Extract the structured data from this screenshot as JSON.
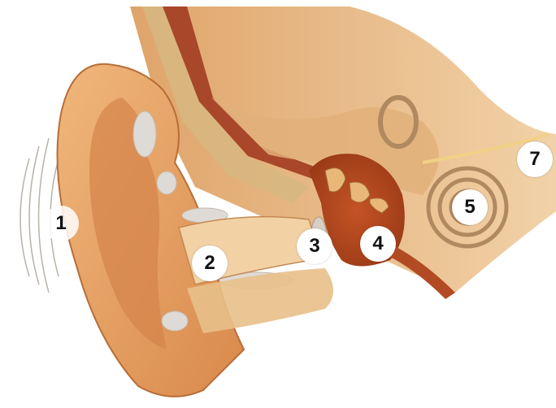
{
  "labels": {
    "l1": "1",
    "l2": "2",
    "l3": "3",
    "l4": "4",
    "l5": "5",
    "l7": "7"
  },
  "colors": {
    "skin": "#e6a468",
    "skin_dark": "#c9753e",
    "bone": "#edc88c",
    "cartilage": "#d9d4cf",
    "canal": "#f3cfa1",
    "muscle": "#b85a2a",
    "marker_bg": "#ffffff",
    "text": "#111111"
  }
}
